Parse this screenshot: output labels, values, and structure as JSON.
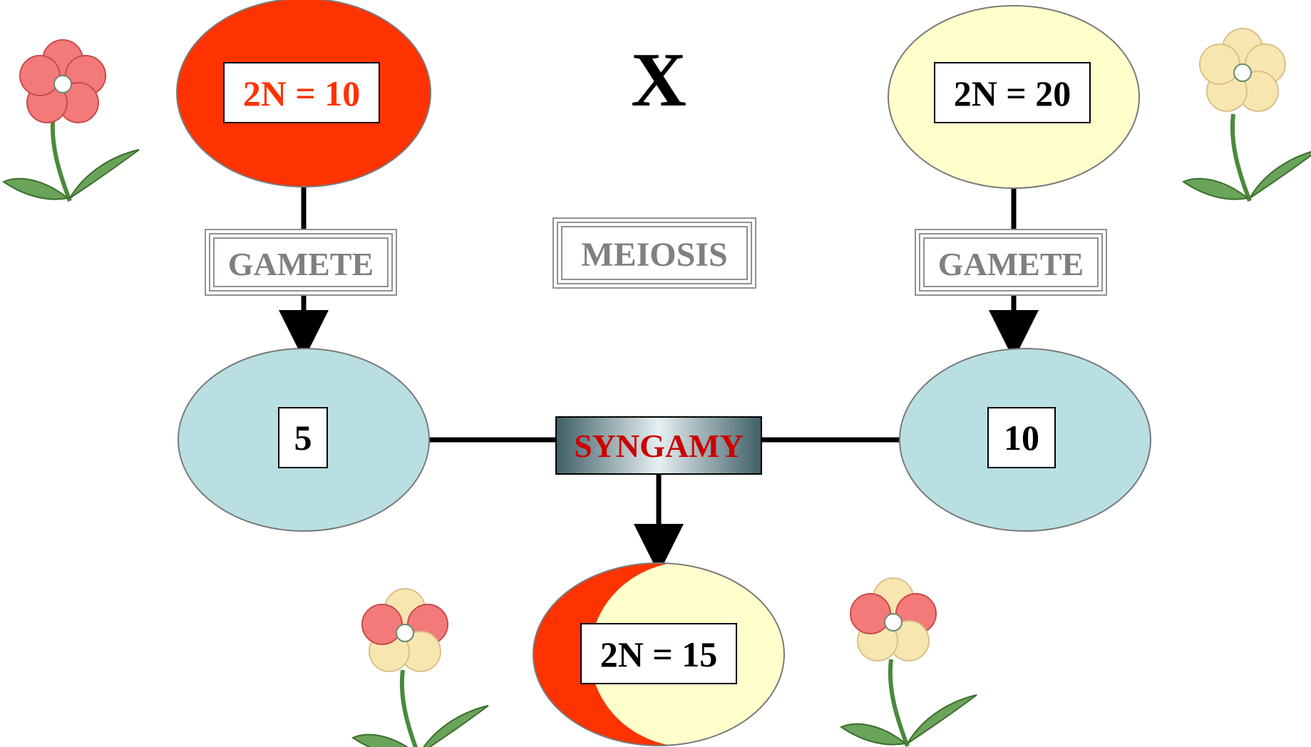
{
  "parent_left": {
    "label": "2N = 10"
  },
  "parent_right": {
    "label": "2N = 20"
  },
  "cross_symbol": "X",
  "process_left": "GAMETE",
  "process_right": "GAMETE",
  "process_center": "MEIOSIS",
  "gamete_left": {
    "label": "5"
  },
  "gamete_right": {
    "label": "10"
  },
  "fusion": "SYNGAMY",
  "offspring": {
    "label": "2N = 15"
  },
  "colors": {
    "parent_left_fill": "#ff3300",
    "parent_right_fill": "#ffffcc",
    "gamete_fill": "#b9dfe3",
    "label_red": "#ff3300",
    "syngamy_text": "#cc0000",
    "box_text_gray": "#808080",
    "connector": "#000000"
  },
  "icons": [
    "flower-red-icon",
    "flower-cream-icon",
    "flower-hybrid-icon"
  ]
}
